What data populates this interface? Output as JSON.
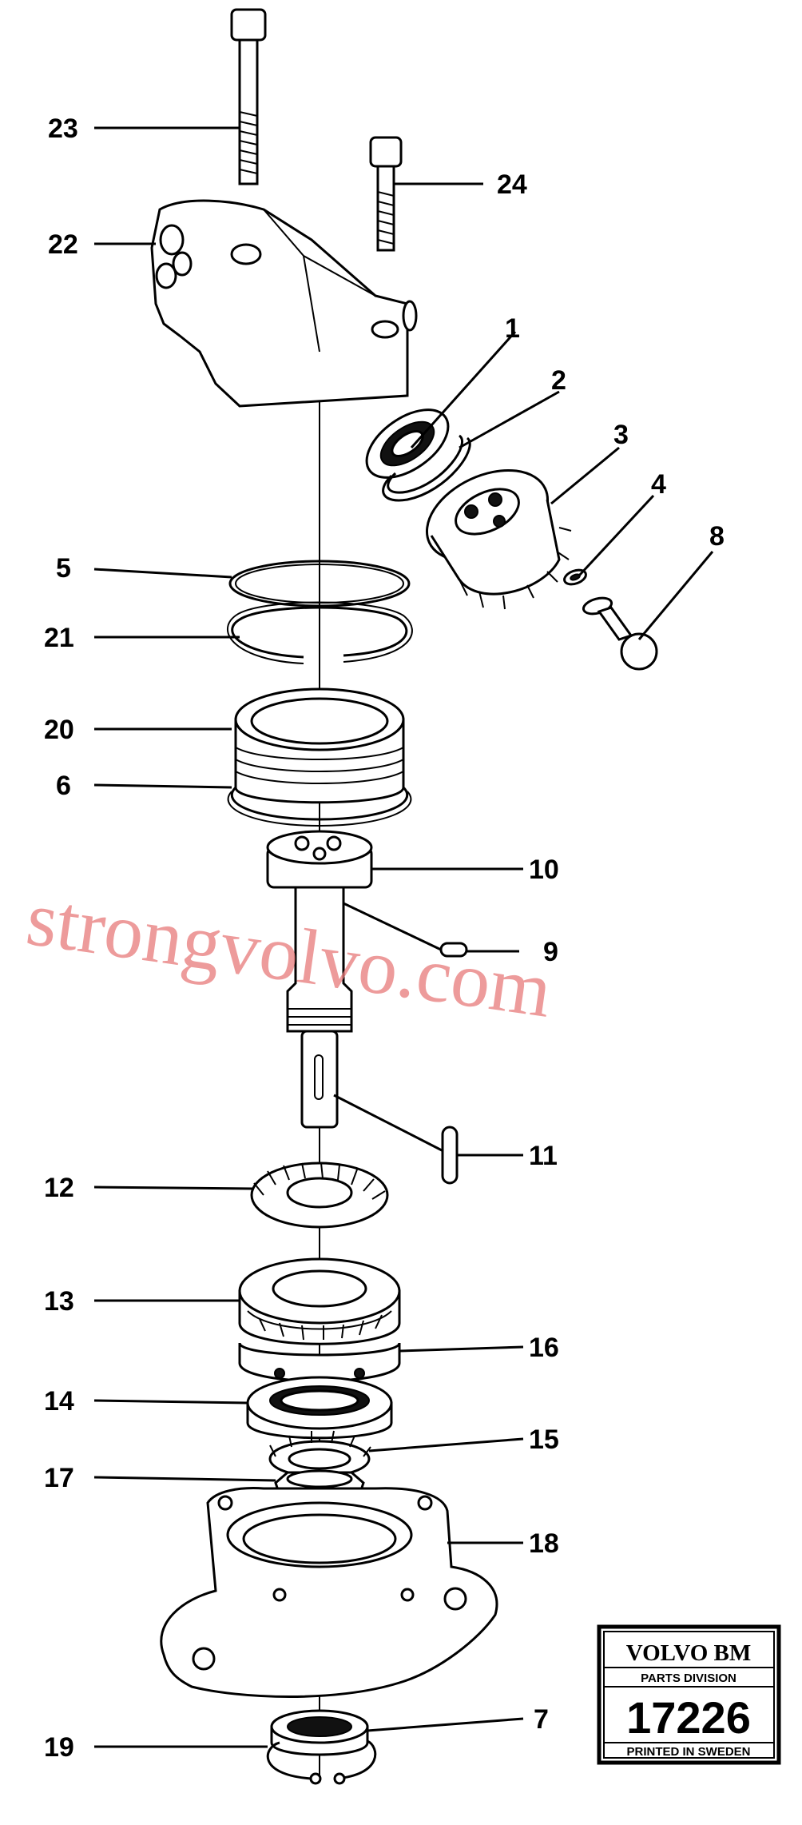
{
  "callouts": {
    "c1": "1",
    "c2": "2",
    "c3": "3",
    "c4": "4",
    "c5": "5",
    "c6": "6",
    "c7": "7",
    "c8": "8",
    "c9": "9",
    "c10": "10",
    "c11": "11",
    "c12": "12",
    "c13": "13",
    "c14": "14",
    "c15": "15",
    "c16": "16",
    "c17": "17",
    "c18": "18",
    "c19": "19",
    "c20": "20",
    "c21": "21",
    "c22": "22",
    "c23": "23",
    "c24": "24"
  },
  "watermark": "strongvolvo.com",
  "badge": {
    "brand": "VOLVO BM",
    "division": "PARTS DIVISION",
    "number": "17226",
    "footer": "PRINTED IN SWEDEN"
  }
}
